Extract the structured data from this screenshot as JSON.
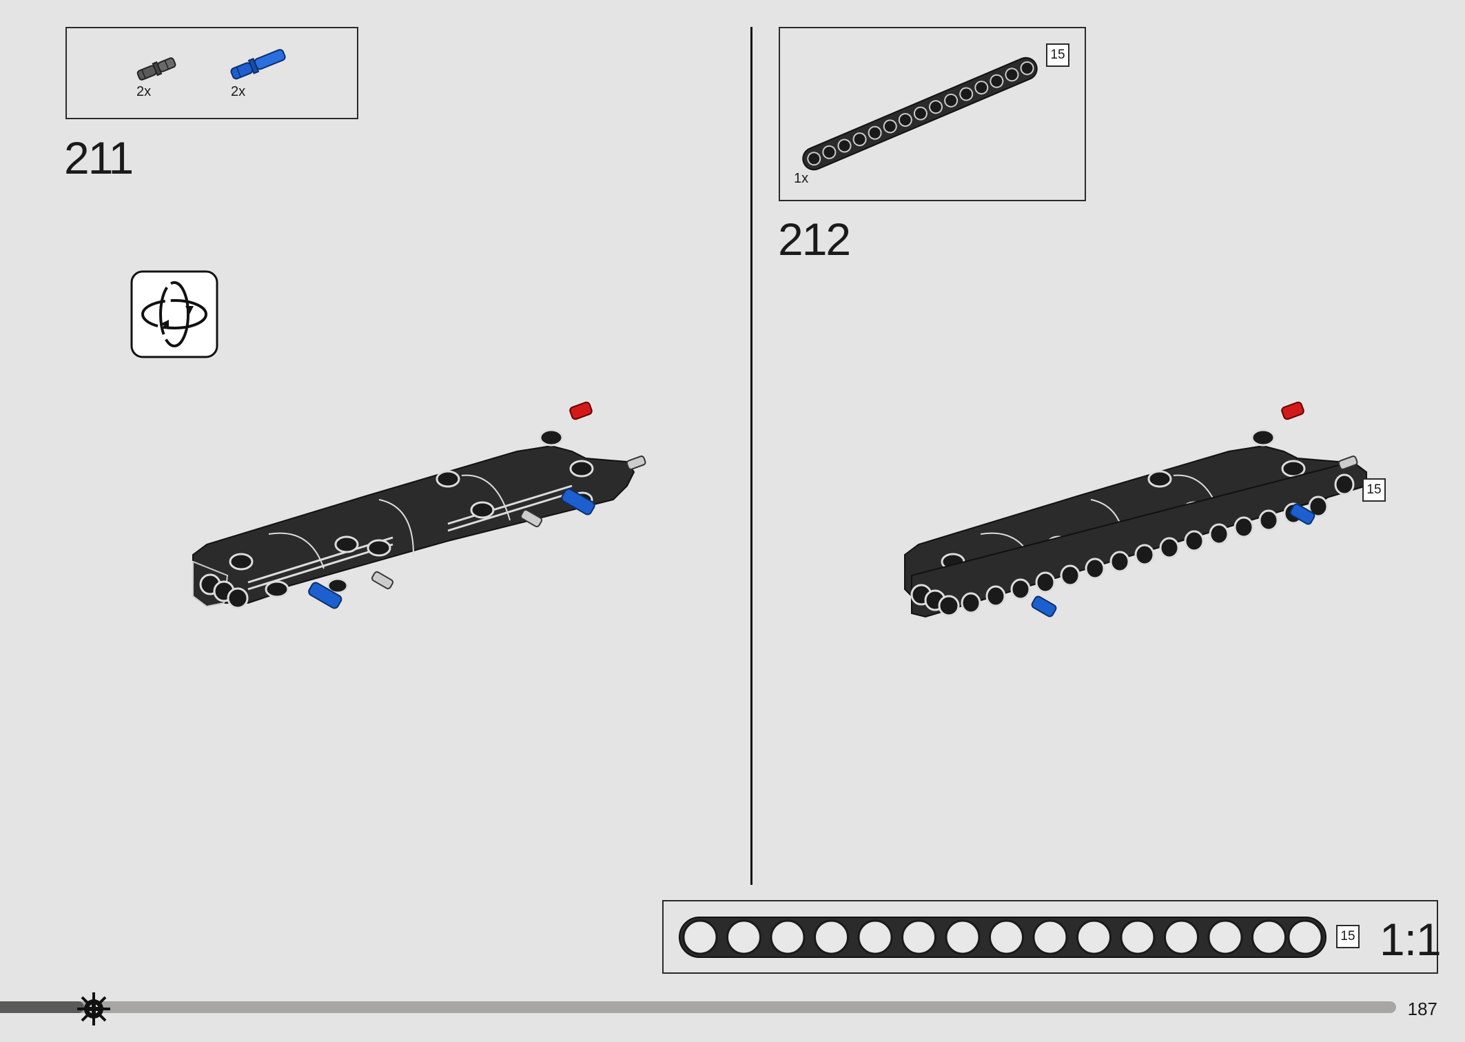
{
  "steps": [
    {
      "number": "211",
      "parts": [
        {
          "icon": "friction-pin-icon",
          "qty": "2x",
          "color": "#555555"
        },
        {
          "icon": "long-pin-icon",
          "qty": "2x",
          "color": "#1d5fcf"
        }
      ],
      "rotate_icon": "rotate-model-icon"
    },
    {
      "number": "212",
      "parts": [
        {
          "icon": "beam-15-icon",
          "qty": "1x",
          "length": "15"
        }
      ],
      "model_tag": "15"
    }
  ],
  "scale_legend": {
    "part_length": "15",
    "scale": "1:1"
  },
  "footer": {
    "page_number": "187",
    "progress": 0.06
  },
  "colors": {
    "background": "#e4e4e4",
    "beam": "#2b2b2b",
    "pin_blue": "#1d5fcf",
    "pin_red": "#d21a1a"
  }
}
